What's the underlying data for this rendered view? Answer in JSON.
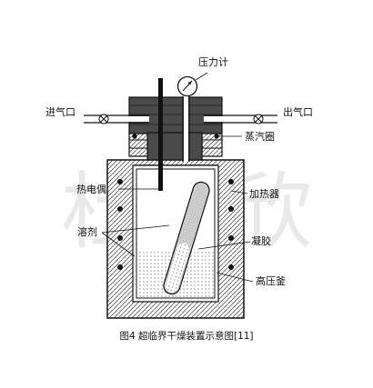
{
  "diagram": {
    "labels": {
      "pressure_gauge": "压力计",
      "inlet": "进气口",
      "outlet": "出气口",
      "steam_coil": "蒸汽圈",
      "thermocouple": "热电偶",
      "heater": "加热器",
      "solvent": "溶剂",
      "gel": "凝胶",
      "autoclave": "高压釜"
    },
    "watermark": "杜其欣",
    "caption": "图4 超临界干燥装置示意图[11]"
  }
}
